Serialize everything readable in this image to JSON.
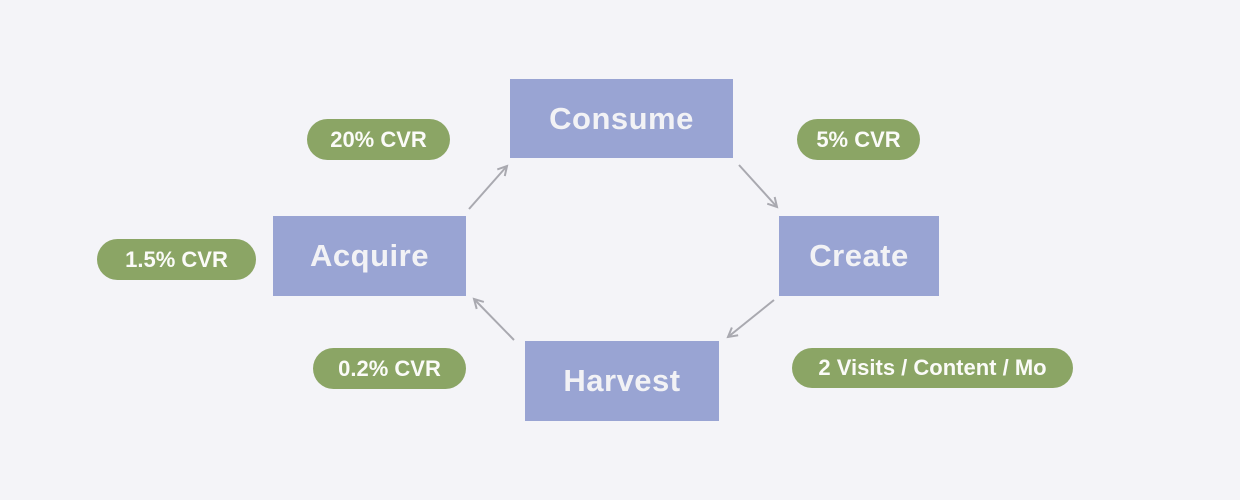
{
  "nodes": {
    "consume": {
      "label": "Consume"
    },
    "create": {
      "label": "Create"
    },
    "harvest": {
      "label": "Harvest"
    },
    "acquire": {
      "label": "Acquire"
    }
  },
  "badges": {
    "acquire_to_consume": {
      "label": "20% CVR"
    },
    "consume_to_create": {
      "label": "5% CVR"
    },
    "acquire_inflow": {
      "label": "1.5% CVR"
    },
    "harvest_to_acquire": {
      "label": "0.2% CVR"
    },
    "create_to_harvest": {
      "label": "2 Visits / Content / Mo"
    }
  },
  "edges": [
    {
      "from": "Acquire",
      "to": "Consume"
    },
    {
      "from": "Consume",
      "to": "Create"
    },
    {
      "from": "Create",
      "to": "Harvest"
    },
    {
      "from": "Harvest",
      "to": "Acquire"
    }
  ],
  "colors": {
    "background": "#f4f4f8",
    "node_fill": "#99a4d3",
    "badge_fill": "#8ba565",
    "arrow": "#a9a9b0",
    "node_text": "#f2f2f5",
    "badge_text": "#fbfbf8"
  }
}
